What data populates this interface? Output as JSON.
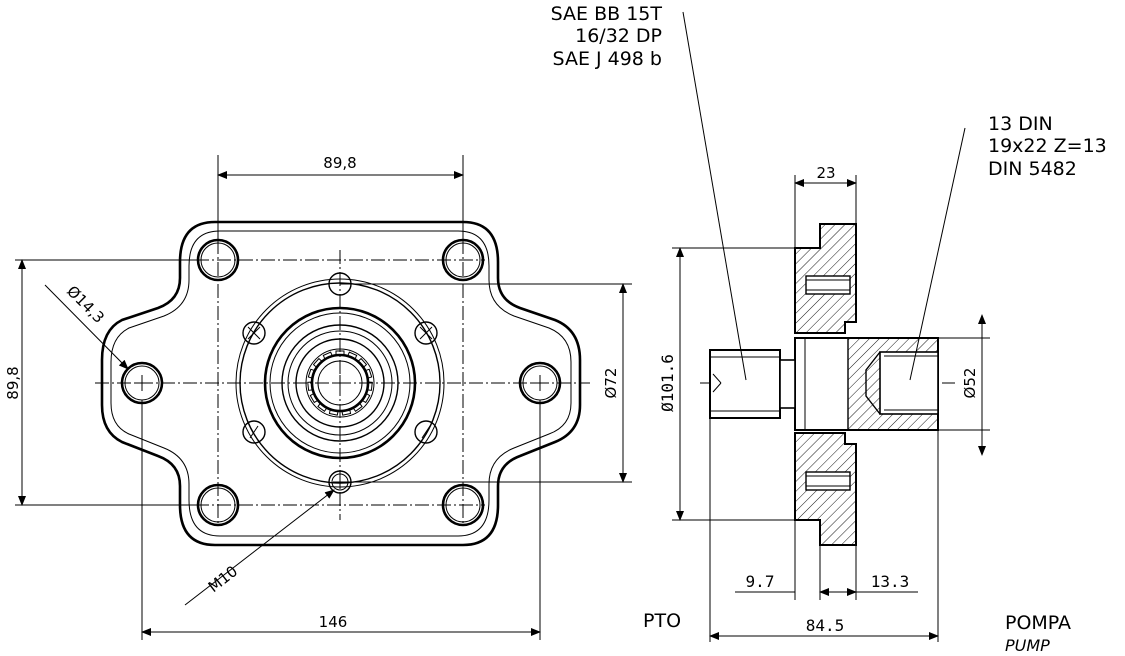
{
  "callouts": {
    "spline_left": [
      "SAE BB 15T",
      "16/32 DP",
      "SAE J 498 b"
    ],
    "spline_right": [
      "13 DIN",
      "19x22 Z=13",
      "DIN 5482"
    ]
  },
  "dimensions": {
    "front_width": "89,8",
    "front_height": "89,8",
    "hole_dia": "Ø14,3",
    "pilot_dia": "Ø72",
    "thread": "M10",
    "overall_width": "146",
    "flange_thickness": "23",
    "flange_dia": "Ø101.6",
    "bore_dia": "Ø52",
    "left_offset": "9.7",
    "right_offset": "13.3",
    "overall_length": "84.5"
  },
  "labels": {
    "pto": "PTO",
    "pompa": "POMPA",
    "pump": "PUMP"
  }
}
